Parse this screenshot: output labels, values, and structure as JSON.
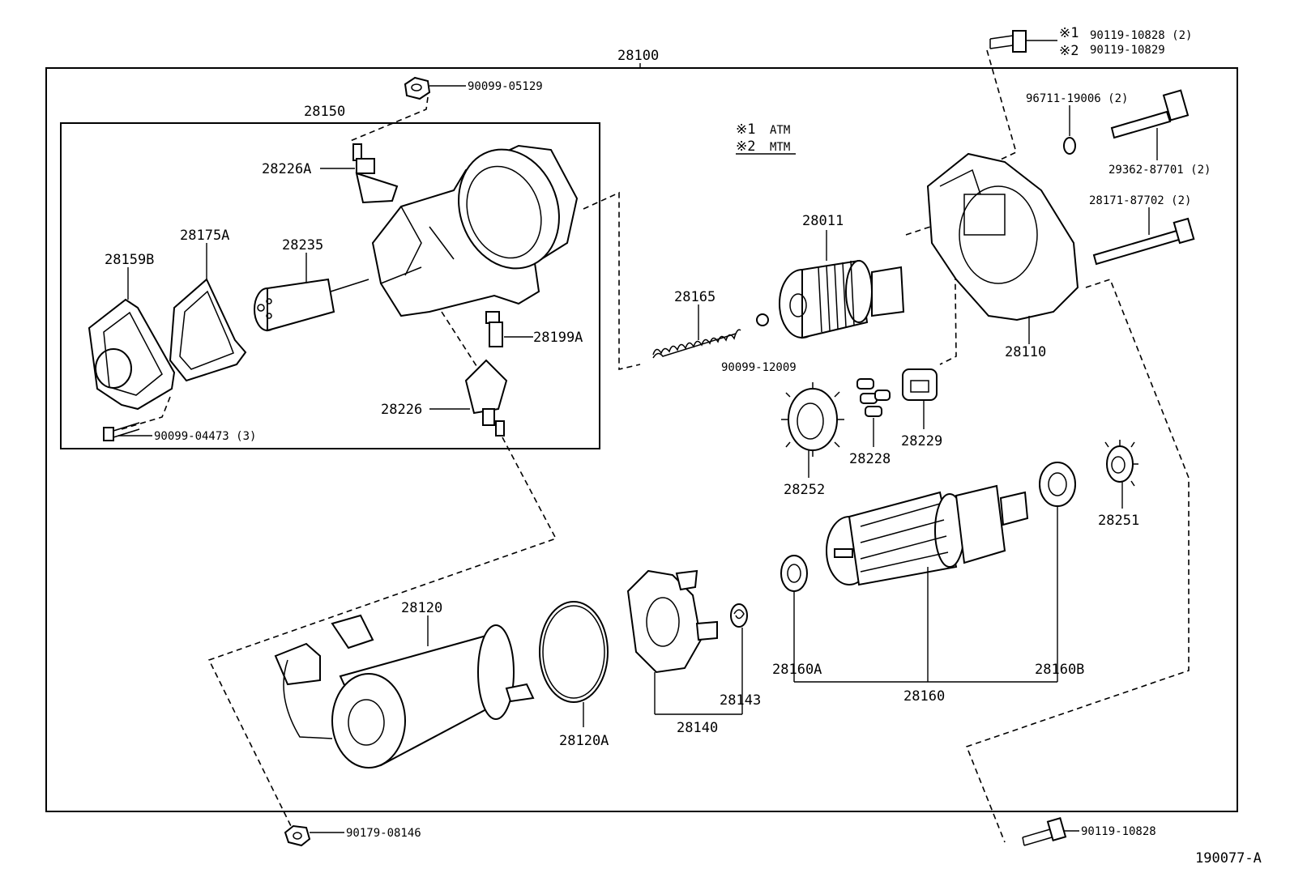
{
  "diagram": {
    "assembly_label": "28100",
    "subassembly_label": "28150",
    "figure_code": "190077-A",
    "legend": {
      "mark1": "※1",
      "mark1_text": "ATM",
      "mark2": "※2",
      "mark2_text": "MTM"
    },
    "parts": {
      "p90099_05129": "90099-05129",
      "p28226A": "28226A",
      "p28175A": "28175A",
      "p28159B": "28159B",
      "p28235": "28235",
      "p28199A": "28199A",
      "p28226": "28226",
      "p90099_04473": "90099-04473 (3)",
      "p28165": "28165",
      "p90099_12009": "90099-12009",
      "p28011": "28011",
      "p90119_10828_top": "90119-10828 (2)",
      "p90119_10829": "90119-10829",
      "mark1_top": "※1",
      "mark2_top": "※2",
      "p96711_19006": "96711-19006 (2)",
      "p29362_87701": "29362-87701 (2)",
      "p28171_87702": "28171-87702 (2)",
      "p28110": "28110",
      "p28252": "28252",
      "p28228": "28228",
      "p28229": "28229",
      "p28251": "28251",
      "p28120": "28120",
      "p28120A": "28120A",
      "p28140": "28140",
      "p28143": "28143",
      "p28160A": "28160A",
      "p28160": "28160",
      "p28160B": "28160B",
      "p90179_08146": "90179-08146",
      "p90119_10828_bottom": "90119-10828"
    }
  }
}
